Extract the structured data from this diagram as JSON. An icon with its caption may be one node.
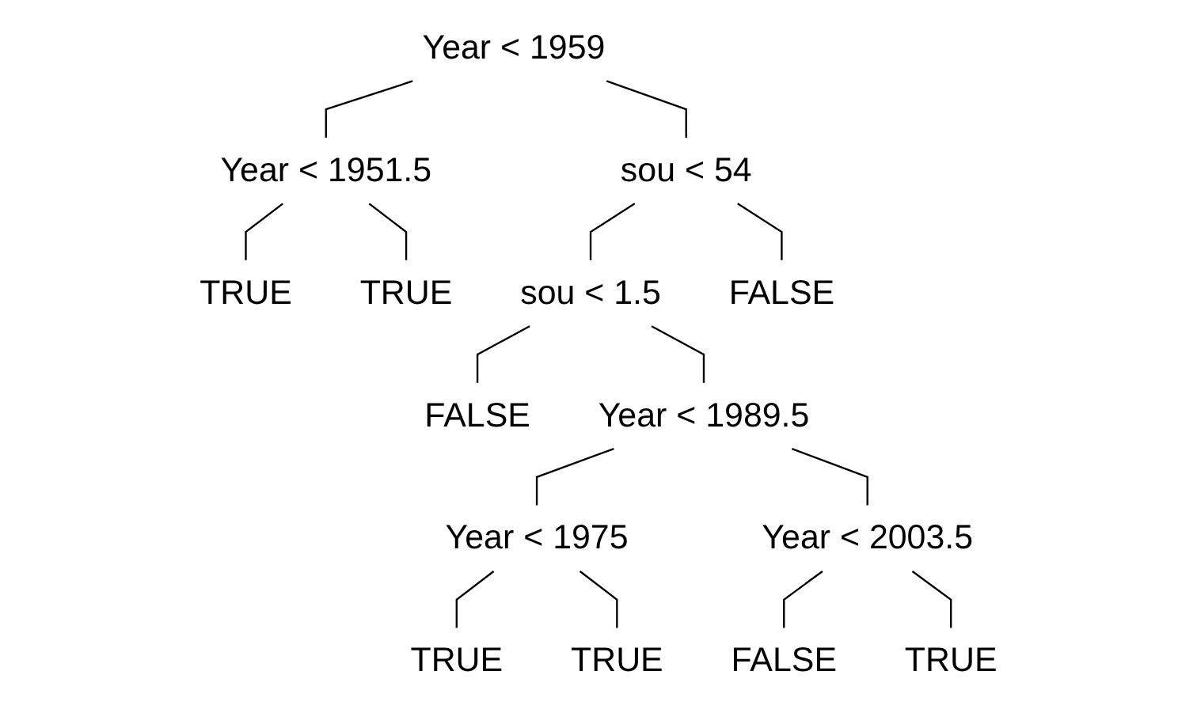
{
  "diagram": {
    "nodes": [
      {
        "text": [
          "Year < 1959"
        ]
      },
      {
        "text": [
          "Year < 1951.5"
        ]
      },
      {
        "text": [
          "TRUE"
        ]
      },
      {
        "text": [
          "TRUE"
        ]
      },
      {
        "text": [
          "sou < 54"
        ]
      },
      {
        "text": [
          "sou < 1.5"
        ]
      },
      {
        "text": [
          "FALSE"
        ]
      },
      {
        "text": [
          "Year < 1989.5"
        ]
      },
      {
        "text": [
          "Year < 1975"
        ]
      },
      {
        "text": [
          "TRUE"
        ]
      },
      {
        "text": [
          "TRUE"
        ]
      },
      {
        "text": [
          "Year < 2003.5"
        ]
      },
      {
        "text": [
          "FALSE"
        ]
      },
      {
        "text": [
          "TRUE"
        ]
      },
      {
        "text": [
          "FALSE"
        ]
      }
    ],
    "edges": [
      {
        "from": 0,
        "to": 1,
        "arrow": "none"
      },
      {
        "from": 0,
        "to": 4,
        "arrow": "none"
      },
      {
        "from": 1,
        "to": 2,
        "arrow": "none"
      },
      {
        "from": 1,
        "to": 3,
        "arrow": "none"
      },
      {
        "from": 4,
        "to": 5,
        "arrow": "none"
      },
      {
        "from": 4,
        "to": 14,
        "arrow": "none"
      },
      {
        "from": 5,
        "to": 6,
        "arrow": "none"
      },
      {
        "from": 5,
        "to": 7,
        "arrow": "none"
      },
      {
        "from": 7,
        "to": 8,
        "arrow": "none"
      },
      {
        "from": 7,
        "to": 11,
        "arrow": "none"
      },
      {
        "from": 8,
        "to": 9,
        "arrow": "none"
      },
      {
        "from": 8,
        "to": 10,
        "arrow": "none"
      },
      {
        "from": 11,
        "to": 12,
        "arrow": "none"
      },
      {
        "from": 11,
        "to": 13,
        "arrow": "none"
      }
    ]
  }
}
